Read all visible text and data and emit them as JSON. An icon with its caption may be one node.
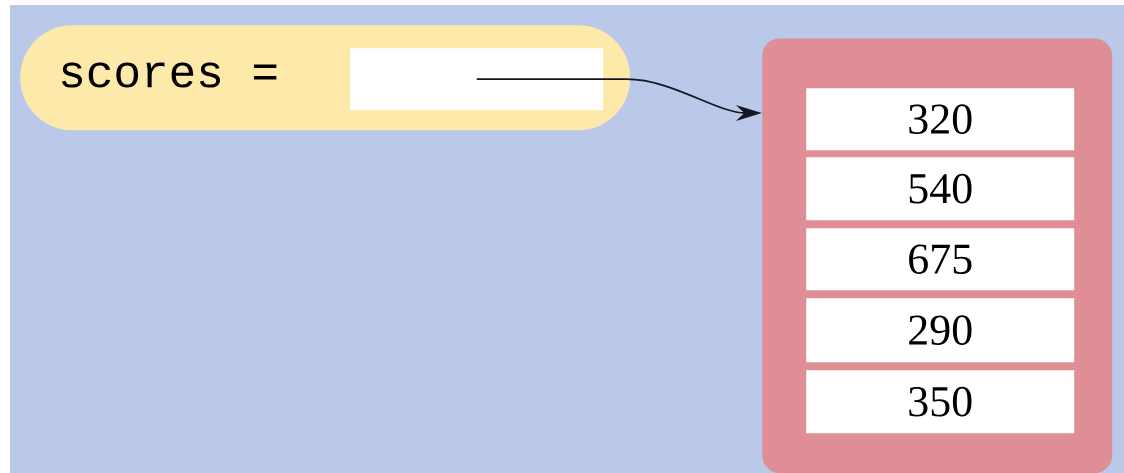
{
  "diagram": {
    "nodes": [
      {
        "text": [
          "scores ="
        ]
      },
      {
        "text": [],
        "shape": "box",
        "in": 0
      },
      {
        "text": [],
        "shape": "box"
      },
      {
        "text": [
          "320"
        ],
        "in": 2
      },
      {
        "text": [
          "540"
        ],
        "in": 2
      },
      {
        "text": [
          "675"
        ],
        "in": 2
      },
      {
        "text": [
          "290"
        ],
        "in": 2
      },
      {
        "text": [
          "350"
        ],
        "in": 2
      }
    ],
    "edges": [
      {
        "from": 1,
        "to": 2,
        "arrow": "to"
      }
    ]
  }
}
